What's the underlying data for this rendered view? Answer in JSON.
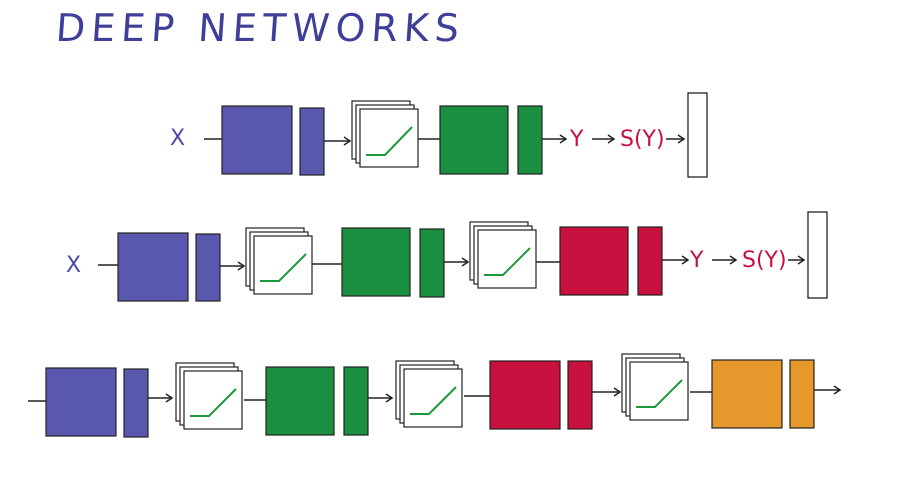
{
  "title": "DEEP NETWORKS",
  "colors": {
    "blue": "#5a58ae",
    "green": "#1a8f3f",
    "red": "#c8103f",
    "orange": "#e6982d",
    "line": "#222222",
    "label_blue": "#4b4aa6",
    "label_red": "#c8103f",
    "relu": "#1a9a3a",
    "title": "#3f3f99"
  },
  "rows": [
    {
      "input_label": "X",
      "output_label": "Y",
      "softmax_label": "S(Y)",
      "layers": [
        "blue",
        "relu",
        "green"
      ]
    },
    {
      "input_label": "X",
      "output_label": "Y",
      "softmax_label": "S(Y)",
      "layers": [
        "blue",
        "relu",
        "green",
        "relu",
        "red"
      ]
    },
    {
      "input_label": "",
      "output_label": "",
      "softmax_label": "",
      "layers": [
        "blue",
        "relu",
        "green",
        "relu",
        "red",
        "relu",
        "orange"
      ]
    }
  ]
}
